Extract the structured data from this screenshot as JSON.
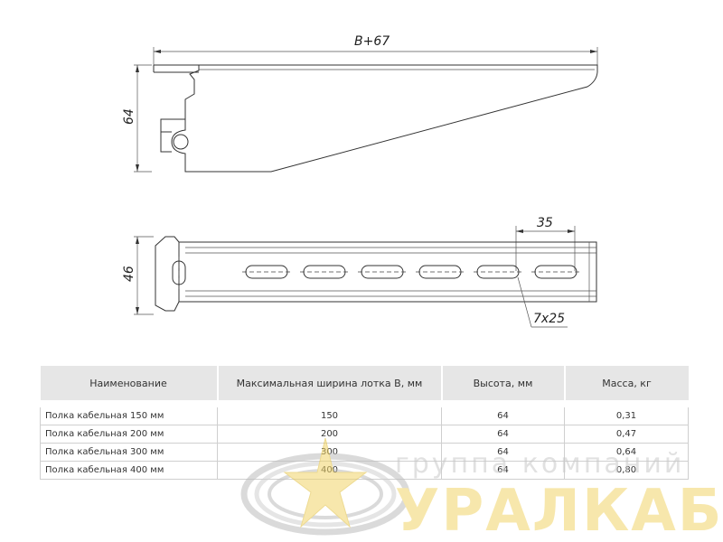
{
  "dimensions": {
    "top_width": "B+67",
    "top_height": "64",
    "plan_width": "46",
    "slot_pitch": "35",
    "slot_size": "7x25"
  },
  "table": {
    "headers": [
      "Наименование",
      "Максимальная ширина лотка B, мм",
      "Высота, мм",
      "Масса, кг"
    ],
    "rows": [
      [
        "Полка кабельная 150 мм",
        "150",
        "64",
        "0,31"
      ],
      [
        "Полка кабельная 200 мм",
        "200",
        "64",
        "0,47"
      ],
      [
        "Полка кабельная 300 мм",
        "300",
        "64",
        "0,64"
      ],
      [
        "Полка кабельная 400 мм",
        "400",
        "64",
        "0,80"
      ]
    ]
  },
  "watermark": {
    "line1": "группа компаний",
    "line2": "УРАЛКАБ"
  },
  "colors": {
    "line": "#333333",
    "header_bg": "#e6e6e6",
    "logo_yellow": "#f1d56a",
    "logo_grey": "#c9c9c9"
  }
}
